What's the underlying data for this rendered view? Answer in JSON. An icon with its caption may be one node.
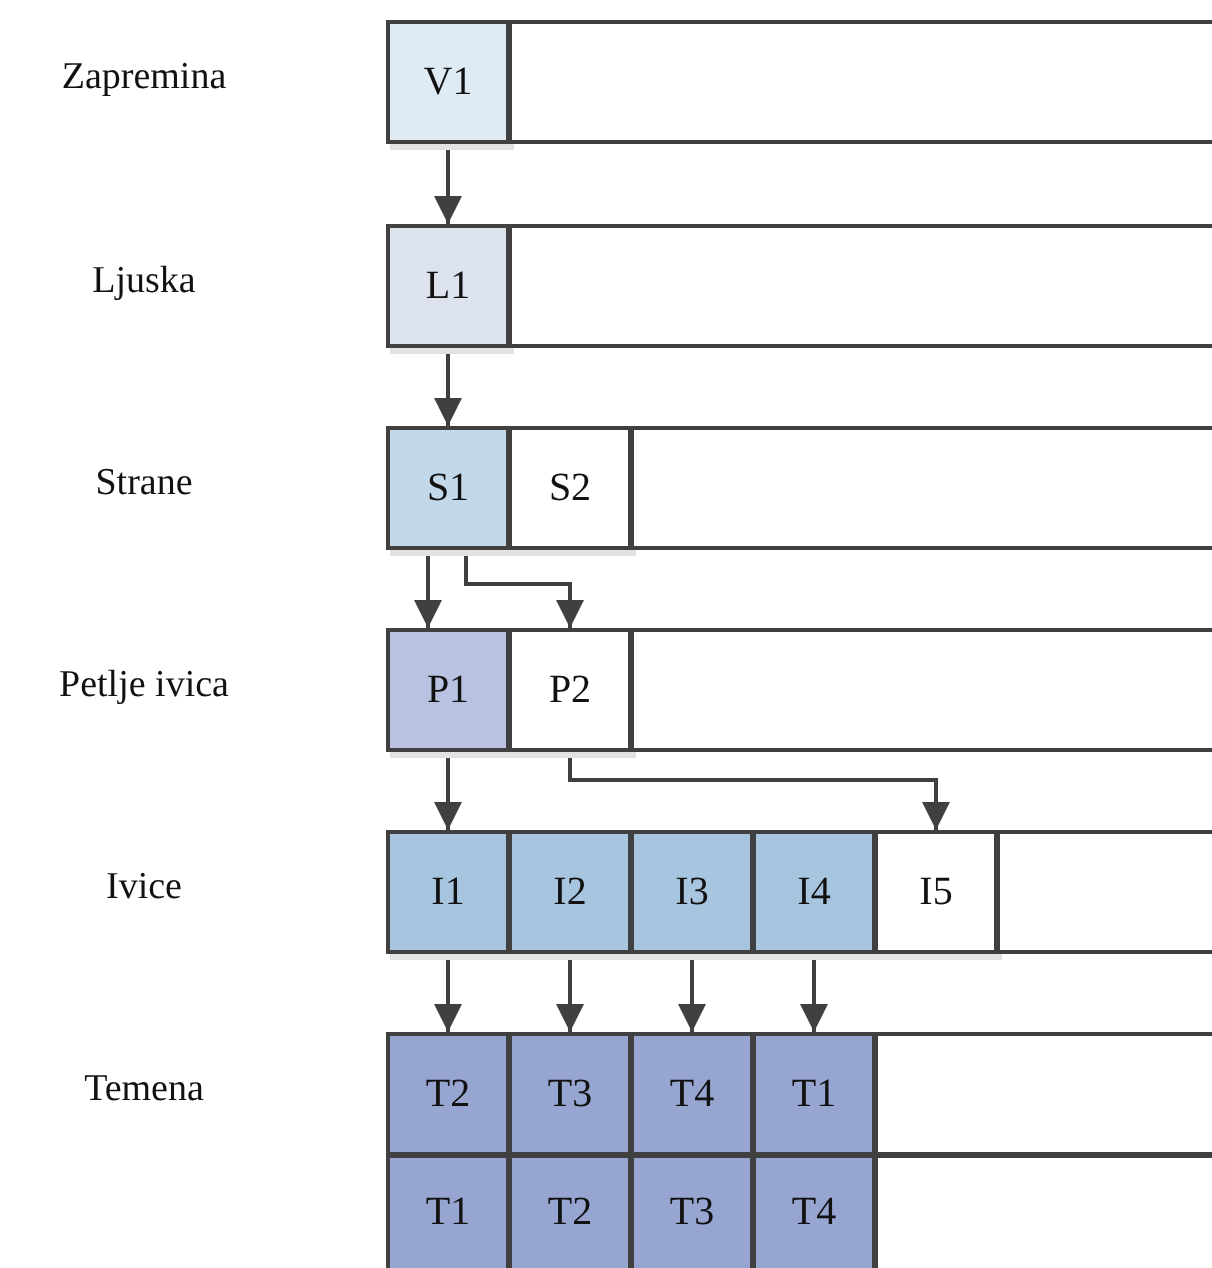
{
  "diagram": {
    "nodes": [
      {
        "text": [
          "V1"
        ]
      },
      {
        "text": [],
        "shape": "box"
      },
      {
        "text": [
          "L1"
        ]
      },
      {
        "text": [],
        "shape": "box"
      },
      {
        "text": [
          "S1"
        ]
      },
      {
        "text": [
          "S2"
        ]
      },
      {
        "text": [],
        "shape": "box"
      },
      {
        "text": [
          "P1"
        ]
      },
      {
        "text": [
          "P2"
        ]
      },
      {
        "text": [],
        "shape": "box"
      },
      {
        "text": [
          "I1"
        ]
      },
      {
        "text": [
          "I2"
        ]
      },
      {
        "text": [
          "I3"
        ]
      },
      {
        "text": [
          "I4"
        ]
      },
      {
        "text": [
          "I5"
        ]
      },
      {
        "text": [],
        "shape": "box"
      },
      {
        "text": [
          "T2"
        ]
      },
      {
        "text": [
          "T3"
        ]
      },
      {
        "text": [
          "T4"
        ]
      },
      {
        "text": [
          "T1"
        ]
      },
      {
        "text": [],
        "shape": "box"
      },
      {
        "text": [
          "T1"
        ]
      },
      {
        "text": [
          "T2"
        ]
      },
      {
        "text": [
          "T3"
        ]
      },
      {
        "text": [
          "T4"
        ]
      },
      {
        "text": [],
        "shape": "box"
      }
    ],
    "edges": [
      {
        "from": 0,
        "to": 2,
        "arrow": "to"
      },
      {
        "from": 2,
        "to": 4,
        "arrow": "to"
      },
      {
        "from": 4,
        "to": 7,
        "arrow": "to"
      },
      {
        "from": 4,
        "to": 8,
        "arrow": "to"
      },
      {
        "from": 7,
        "to": 10,
        "arrow": "to"
      },
      {
        "from": 8,
        "to": 14,
        "arrow": "to"
      },
      {
        "from": 10,
        "to": 16,
        "arrow": "to"
      },
      {
        "from": 11,
        "to": 17,
        "arrow": "to"
      },
      {
        "from": 12,
        "to": 18,
        "arrow": "to"
      },
      {
        "from": 13,
        "to": 19,
        "arrow": "to"
      }
    ],
    "labels": [
      "Zapremina",
      "Ljuska",
      "Strane",
      "Petlje ivica",
      "Ivice",
      "Temena"
    ]
  }
}
